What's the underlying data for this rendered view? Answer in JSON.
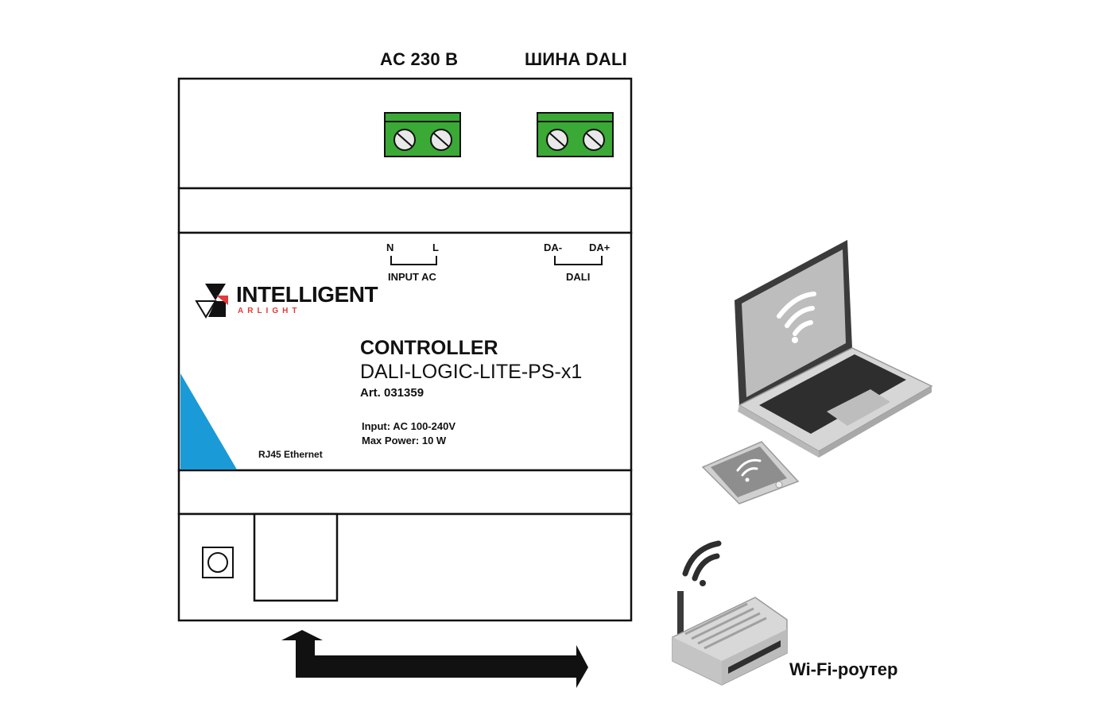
{
  "terminals": {
    "ac_title": "AC 230 B",
    "dali_title": "ШИНА DALI",
    "n": "N",
    "l": "L",
    "input_ac": "INPUT AC",
    "da_minus": "DA-",
    "da_plus": "DA+",
    "dali": "DALI"
  },
  "brand": {
    "name": "INTELLIGENT",
    "sub": "ARLIGHT"
  },
  "device": {
    "type": "CONTROLLER",
    "model": "DALI-LOGIC-LITE-PS-x1",
    "article": "Art. 031359",
    "input": "Input: AC 100-240V",
    "max_power": "Max Power: 10 W",
    "port": "RJ45 Ethernet"
  },
  "router": {
    "label": "Wi-Fi-роутер"
  },
  "colors": {
    "terminal_green": "#3aa935",
    "accent_blue": "#1a9ad6",
    "brand_red": "#e23b3b"
  }
}
